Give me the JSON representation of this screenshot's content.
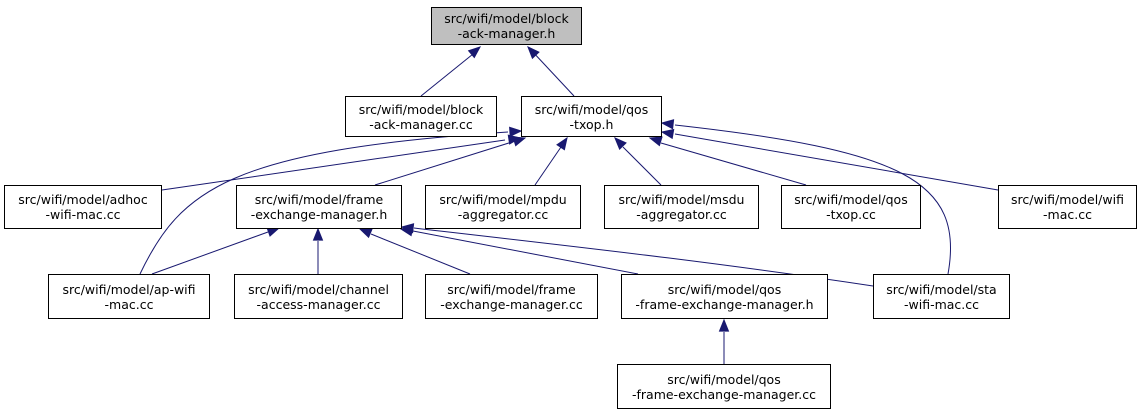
{
  "colors": {
    "edge": "#191970",
    "root_fill": "#bfbfbf",
    "node_fill": "#ffffff",
    "border": "#000000"
  },
  "nodes": [
    {
      "id": "block-ack-manager-h",
      "lines": [
        "src/wifi/model/block",
        "-ack-manager.h"
      ],
      "root": true
    },
    {
      "id": "block-ack-manager-cc",
      "lines": [
        "src/wifi/model/block",
        "-ack-manager.cc"
      ]
    },
    {
      "id": "qos-txop-h",
      "lines": [
        "src/wifi/model/qos",
        "-txop.h"
      ]
    },
    {
      "id": "adhoc-wifi-mac-cc",
      "lines": [
        "src/wifi/model/adhoc",
        "-wifi-mac.cc"
      ]
    },
    {
      "id": "frame-exchange-manager-h",
      "lines": [
        "src/wifi/model/frame",
        "-exchange-manager.h"
      ]
    },
    {
      "id": "mpdu-aggregator-cc",
      "lines": [
        "src/wifi/model/mpdu",
        "-aggregator.cc"
      ]
    },
    {
      "id": "msdu-aggregator-cc",
      "lines": [
        "src/wifi/model/msdu",
        "-aggregator.cc"
      ]
    },
    {
      "id": "qos-txop-cc",
      "lines": [
        "src/wifi/model/qos",
        "-txop.cc"
      ]
    },
    {
      "id": "wifi-mac-cc",
      "lines": [
        "src/wifi/model/wifi",
        "-mac.cc"
      ]
    },
    {
      "id": "ap-wifi-mac-cc",
      "lines": [
        "src/wifi/model/ap-wifi",
        "-mac.cc"
      ]
    },
    {
      "id": "channel-access-manager-cc",
      "lines": [
        "src/wifi/model/channel",
        "-access-manager.cc"
      ]
    },
    {
      "id": "frame-exchange-manager-cc",
      "lines": [
        "src/wifi/model/frame",
        "-exchange-manager.cc"
      ]
    },
    {
      "id": "qos-frame-exchange-manager-h",
      "lines": [
        "src/wifi/model/qos",
        "-frame-exchange-manager.h"
      ]
    },
    {
      "id": "sta-wifi-mac-cc",
      "lines": [
        "src/wifi/model/sta",
        "-wifi-mac.cc"
      ]
    },
    {
      "id": "qos-frame-exchange-manager-cc",
      "lines": [
        "src/wifi/model/qos",
        "-frame-exchange-manager.cc"
      ]
    }
  ],
  "edges": [
    {
      "from": "block-ack-manager-cc",
      "to": "block-ack-manager-h"
    },
    {
      "from": "qos-txop-h",
      "to": "block-ack-manager-h"
    },
    {
      "from": "adhoc-wifi-mac-cc",
      "to": "qos-txop-h"
    },
    {
      "from": "frame-exchange-manager-h",
      "to": "qos-txop-h"
    },
    {
      "from": "mpdu-aggregator-cc",
      "to": "qos-txop-h"
    },
    {
      "from": "msdu-aggregator-cc",
      "to": "qos-txop-h"
    },
    {
      "from": "qos-txop-cc",
      "to": "qos-txop-h"
    },
    {
      "from": "wifi-mac-cc",
      "to": "qos-txop-h"
    },
    {
      "from": "ap-wifi-mac-cc",
      "to": "qos-txop-h"
    },
    {
      "from": "sta-wifi-mac-cc",
      "to": "qos-txop-h"
    },
    {
      "from": "ap-wifi-mac-cc",
      "to": "frame-exchange-manager-h"
    },
    {
      "from": "channel-access-manager-cc",
      "to": "frame-exchange-manager-h"
    },
    {
      "from": "frame-exchange-manager-cc",
      "to": "frame-exchange-manager-h"
    },
    {
      "from": "qos-frame-exchange-manager-h",
      "to": "frame-exchange-manager-h"
    },
    {
      "from": "sta-wifi-mac-cc",
      "to": "frame-exchange-manager-h"
    },
    {
      "from": "qos-frame-exchange-manager-cc",
      "to": "qos-frame-exchange-manager-h"
    }
  ]
}
